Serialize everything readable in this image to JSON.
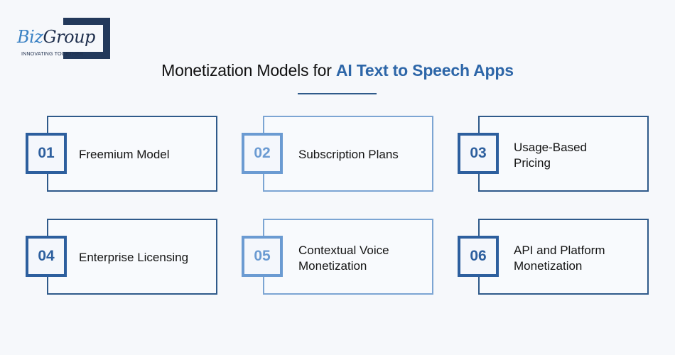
{
  "logo": {
    "brand_part1": "Biz",
    "brand_part2": "Group",
    "tagline": "INNOVATING TOGETHER",
    "colors": {
      "biz": "#3b82c4",
      "group": "#1f2f4d",
      "bracket": "#23395b"
    }
  },
  "header": {
    "title_plain": "Monetization Models for ",
    "title_accent": "AI Text to Speech Apps",
    "accent_color": "#2d66a8"
  },
  "cards": [
    {
      "number": "01",
      "label_line1": "Freemium Model",
      "label_line2": "",
      "variant": "dark"
    },
    {
      "number": "02",
      "label_line1": "Subscription Plans",
      "label_line2": "",
      "variant": "light"
    },
    {
      "number": "03",
      "label_line1": "Usage-Based",
      "label_line2": "Pricing",
      "variant": "dark"
    },
    {
      "number": "04",
      "label_line1": "Enterprise Licensing",
      "label_line2": "",
      "variant": "dark"
    },
    {
      "number": "05",
      "label_line1": "Contextual Voice",
      "label_line2": "Monetization",
      "variant": "light"
    },
    {
      "number": "06",
      "label_line1": "API and Platform",
      "label_line2": "Monetization",
      "variant": "dark"
    }
  ],
  "colors": {
    "dark_blue": "#2d5f9e",
    "light_blue": "#6b9bd2",
    "card_border_dark": "#2f5a8a",
    "card_border_light": "#7ca5d3",
    "background": "#f6f8fb"
  }
}
